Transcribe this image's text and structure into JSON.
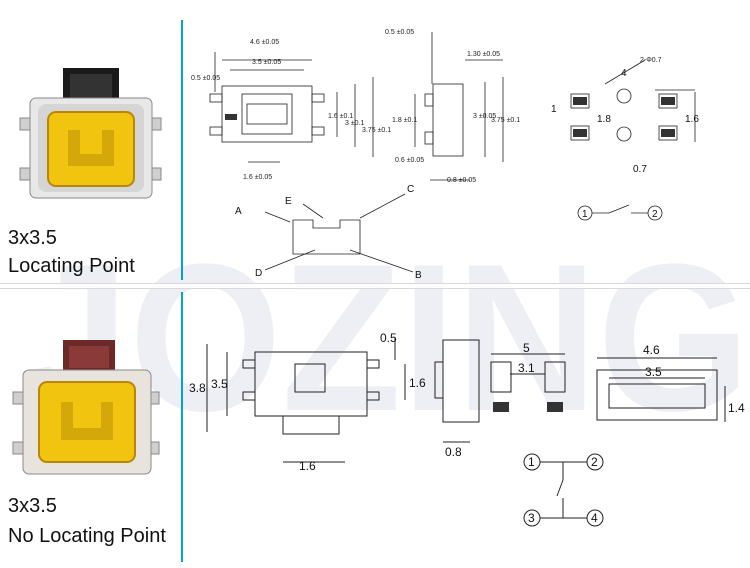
{
  "watermark": "JOZING",
  "colors": {
    "accent": "#00a0e9",
    "yellow": "#f1c40f",
    "metal": "#e8e8e8"
  },
  "top": {
    "caption_line1": "3x3.5",
    "caption_line2": "Locating Point",
    "dims": {
      "w_4_6": "4.6 ±0.05",
      "w_3_5": "3.5 ±0.05",
      "h_0_5": "0.5 ±0.05",
      "h_1_6": "1.6 ±0.1",
      "h_3": "3 ±0.1",
      "h_3_75": "3.75 ±0.1",
      "b_1_6": "1.6 ±0.05",
      "side_0_5": "0.5 ±0.05",
      "side_1_30": "1.30 ±0.05",
      "side_1_8": "1.8 ±0.1",
      "side_3": "3 ±0.05",
      "side_3_75": "3.75 ±0.1",
      "side_0_6": "0.6 ±0.05",
      "side_0_8": "0.8 ±0.05"
    },
    "pad": {
      "n4": "4",
      "n1": "1",
      "phi": "2-Φ0.7",
      "d1_8": "1.8",
      "d1_6": "1.6",
      "d0_7": "0.7"
    },
    "letters": {
      "a": "A",
      "b": "B",
      "c": "C",
      "d": "D",
      "e": "E"
    },
    "circuit": {
      "p1": "1",
      "p2": "2"
    }
  },
  "bottom": {
    "caption_line1": "3x3.5",
    "caption_line2": "No Locating Point",
    "dims": {
      "h_3_8": "3.8",
      "h_3_5": "3.5",
      "h_0_5": "0.5",
      "h_1_6": "1.6",
      "w_1_6": "1.6",
      "s_0_8": "0.8",
      "p_5": "5",
      "p_3_1": "3.1",
      "r_4_6": "4.6",
      "r_3_5": "3.5",
      "r_1_4": "1.4"
    },
    "circuit": {
      "p1": "1",
      "p2": "2",
      "p3": "3",
      "p4": "4"
    }
  }
}
